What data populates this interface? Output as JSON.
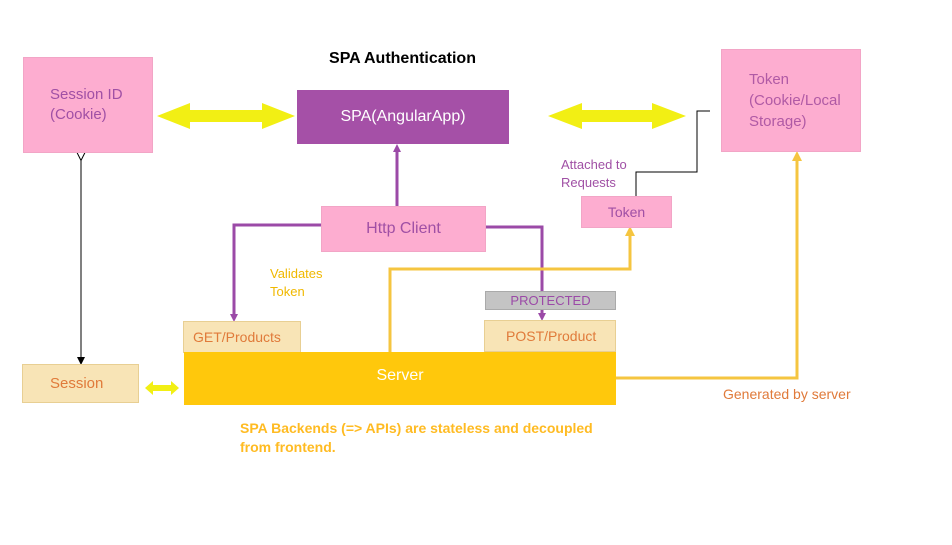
{
  "title": "SPA Authentication",
  "nodes": {
    "session_id": {
      "line1": "Session ID",
      "line2": "(Cookie)"
    },
    "spa": "SPA(AngularApp)",
    "token_store": {
      "line1": "Token",
      "line2": "(Cookie/Local",
      "line3": "Storage)"
    },
    "http_client": "Http Client",
    "token_small": "Token",
    "protected": "PROTECTED",
    "get_products": "GET/Products",
    "post_product": "POST/Product",
    "server": "Server",
    "session": "Session"
  },
  "labels": {
    "attached_line1": "Attached to",
    "attached_line2": "Requests",
    "validates_line1": "Validates",
    "validates_line2": "Token",
    "generated": "Generated by server",
    "note_line1": "SPA Backends (=> APIs) are stateless and decoupled",
    "note_line2": "from frontend."
  },
  "colors": {
    "pink": "#fdadd0",
    "purple": "#a550a7",
    "server_yellow": "#ffc80c",
    "arrow_yellow": "#f2ef14",
    "beige": "#f8e4b6",
    "connector_orange": "#f5c540"
  }
}
